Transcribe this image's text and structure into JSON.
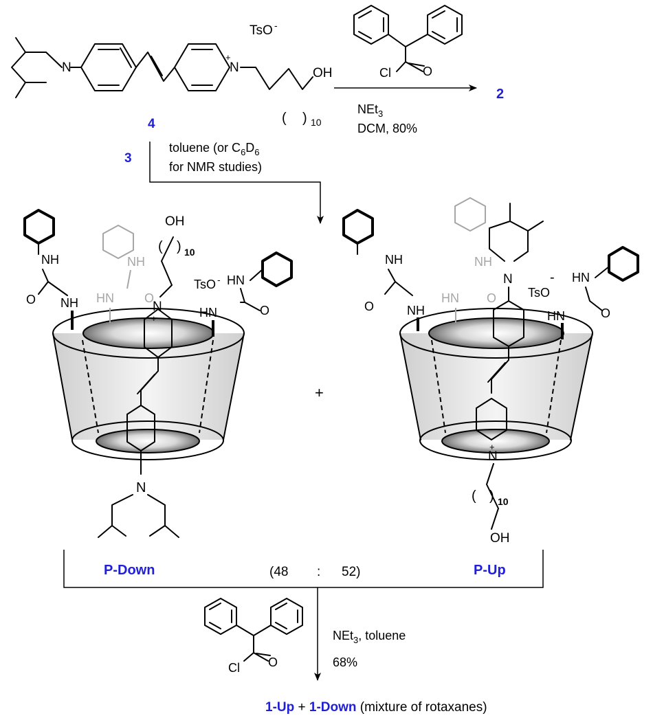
{
  "reactant": {
    "counterion_ts": "TsO",
    "counterion_charge": "-",
    "oh": "OH",
    "chain_count": "10",
    "ring_charge": "+",
    "ring_n": "N",
    "pip_n": "N",
    "compound_number": "4"
  },
  "reagent_acyl_chloride": {
    "cl": "Cl",
    "o": "O"
  },
  "top_arrow": {
    "reagent_line1": "NEt",
    "reagent_line1_sub": "3",
    "reagent_line2": "DCM, 80%",
    "product_number": "2"
  },
  "down_arrow": {
    "cd_number": "3",
    "solvent_line1": "toluene (or C",
    "solvent_sub1": "6",
    "solvent_mid": "D",
    "solvent_sub2": "6",
    "solvent_line2": "for NMR studies)"
  },
  "rotaxane_labels": {
    "nh": "NH",
    "hn": "HN",
    "o": "O",
    "n": "N",
    "plus": "+",
    "tso": "TsO",
    "minus": "-",
    "oh": "OH",
    "chain_count": "10"
  },
  "plus_sign": "+",
  "ratio": {
    "open": "(48",
    "colon": ":",
    "close": "52)"
  },
  "isomers": {
    "left": "P-Down",
    "right": "P-Up"
  },
  "bottom_arrow": {
    "reagent_line1": "NEt",
    "reagent_line1_sub": "3",
    "reagent_line1_rest": ", toluene",
    "reagent_line2": "68%",
    "cl": "Cl",
    "o": "O"
  },
  "final_products": {
    "product1": "1-Up",
    "plus": " + ",
    "product2": "1-Down",
    "note": " (mixture of rotaxanes)"
  }
}
